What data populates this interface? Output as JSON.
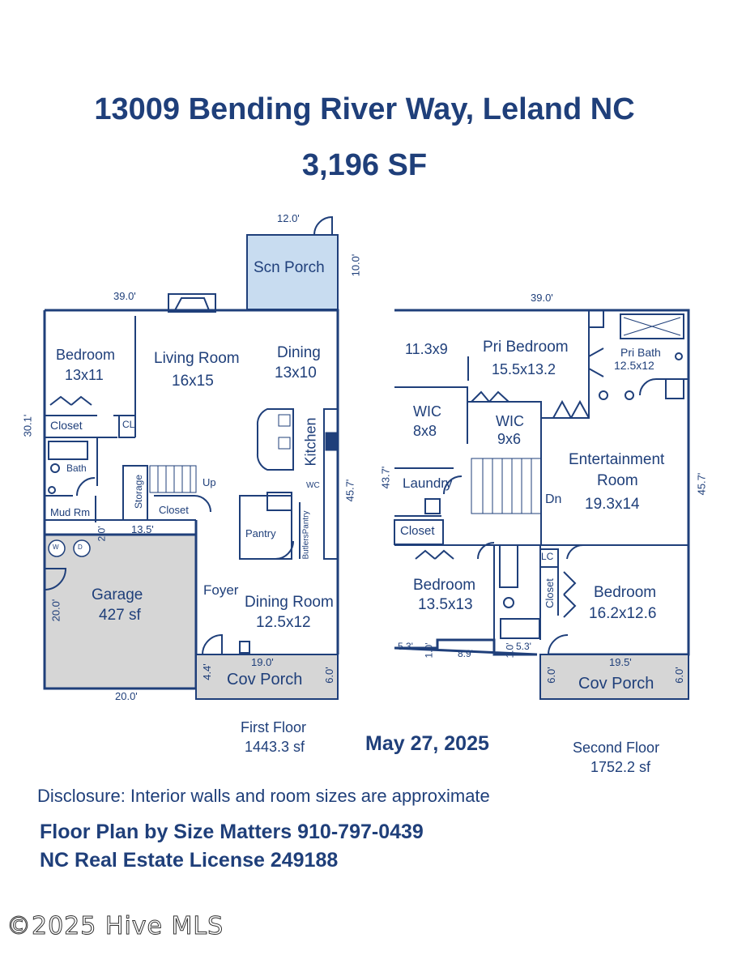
{
  "header": {
    "address": "13009 Bending River Way, Leland NC",
    "total_sf": "3,196 SF"
  },
  "first_floor": {
    "label": "First Floor",
    "area": "1443.3 sf",
    "dims": {
      "top": "39.0'",
      "left": "30.1'",
      "right": "45.7'",
      "porch_top": "12.0'",
      "porch_side": "10.0'",
      "garage_bottom": "20.0'",
      "garage_side": "20.0'",
      "mud_gap": "2.0'",
      "mid_width": "13.5'",
      "front_porch": "19.0'",
      "porch_left": "4.4'",
      "porch_right": "6.0'"
    },
    "rooms": {
      "scn_porch": "Scn Porch",
      "bedroom_name": "Bedroom",
      "bedroom_size": "13x11",
      "living_name": "Living Room",
      "living_size": "16x15",
      "dining_name": "Dining",
      "dining_size": "13x10",
      "kitchen": "Kitchen",
      "closet": "Closet",
      "cl": "CL",
      "bath": "Bath",
      "mud": "Mud Rm",
      "storage": "Storage",
      "closet2": "Closet",
      "up": "Up",
      "wc": "WC",
      "pantry": "Pantry",
      "butlers_pantry": "ButlersPantry",
      "garage_name": "Garage",
      "garage_size": "427 sf",
      "foyer": "Foyer",
      "dining_room_name": "Dining Room",
      "dining_room_size": "12.5x12",
      "cov_porch": "Cov Porch",
      "washer": "W",
      "dryer": "D"
    }
  },
  "second_floor": {
    "label": "Second Floor",
    "area": "1752.2 sf",
    "dims": {
      "top": "39.0'",
      "left": "43.7'",
      "right": "45.7'",
      "bed_left": "5.3'",
      "bed_gap": "1.0'",
      "bed_bottom": "8.9'",
      "bath_gap": "1.0'",
      "bath_right": "5.3'",
      "porch": "19.5'",
      "porch_left": "6.0'",
      "porch_right": "6.0'"
    },
    "rooms": {
      "room1": "11.3x9",
      "pri_bed_name": "Pri Bedroom",
      "pri_bed_size": "15.5x13.2",
      "pri_bath_name": "Pri Bath",
      "pri_bath_size": "12.5x12",
      "wic1_name": "WIC",
      "wic1_size": "8x8",
      "wic2_name": "WIC",
      "wic2_size": "9x6",
      "ent_name1": "Entertainment",
      "ent_name2": "Room",
      "ent_size": "19.3x14",
      "laundry": "Laundry",
      "dn": "Dn",
      "closet": "Closet",
      "bed1_name": "Bedroom",
      "bed1_size": "13.5x13",
      "bed2_name": "Bedroom",
      "bed2_size": "16.2x12.6",
      "lc": "LC",
      "closet2": "Closet",
      "cov_porch": "Cov Porch"
    }
  },
  "date": "May 27, 2025",
  "disclosure": "Disclosure: Interior walls and room sizes are approximate",
  "credit_line1": "Floor Plan by Size Matters 910-797-0439",
  "credit_line2": "NC Real Estate License 249188",
  "watermark": "©2025 Hive MLS",
  "colors": {
    "wall": "#1f3f7a",
    "text": "#1f3f7a",
    "porch_fill": "#c8dcf0",
    "garage_fill": "#d6d6d6"
  }
}
